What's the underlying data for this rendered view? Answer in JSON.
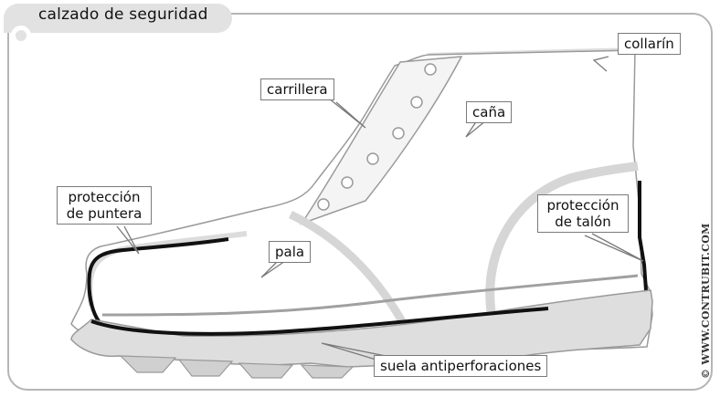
{
  "title": "calzado de seguridad",
  "labels": {
    "collar": "collarín",
    "cheek": "carrillera",
    "shaft": "caña",
    "toe_protection_line1": "protección",
    "toe_protection_line2": "de puntera",
    "heel_protection_line1": "protección",
    "heel_protection_line2": "de talón",
    "vamp": "pala",
    "sole": "suela antiperforaciones"
  },
  "credit": "© WWW.CONTRUBIT.COM",
  "colors": {
    "frame": "#b5b5b5",
    "fill_light": "#dcdcdc",
    "reinforcement": "#111111",
    "outline": "#9a9a9a"
  }
}
